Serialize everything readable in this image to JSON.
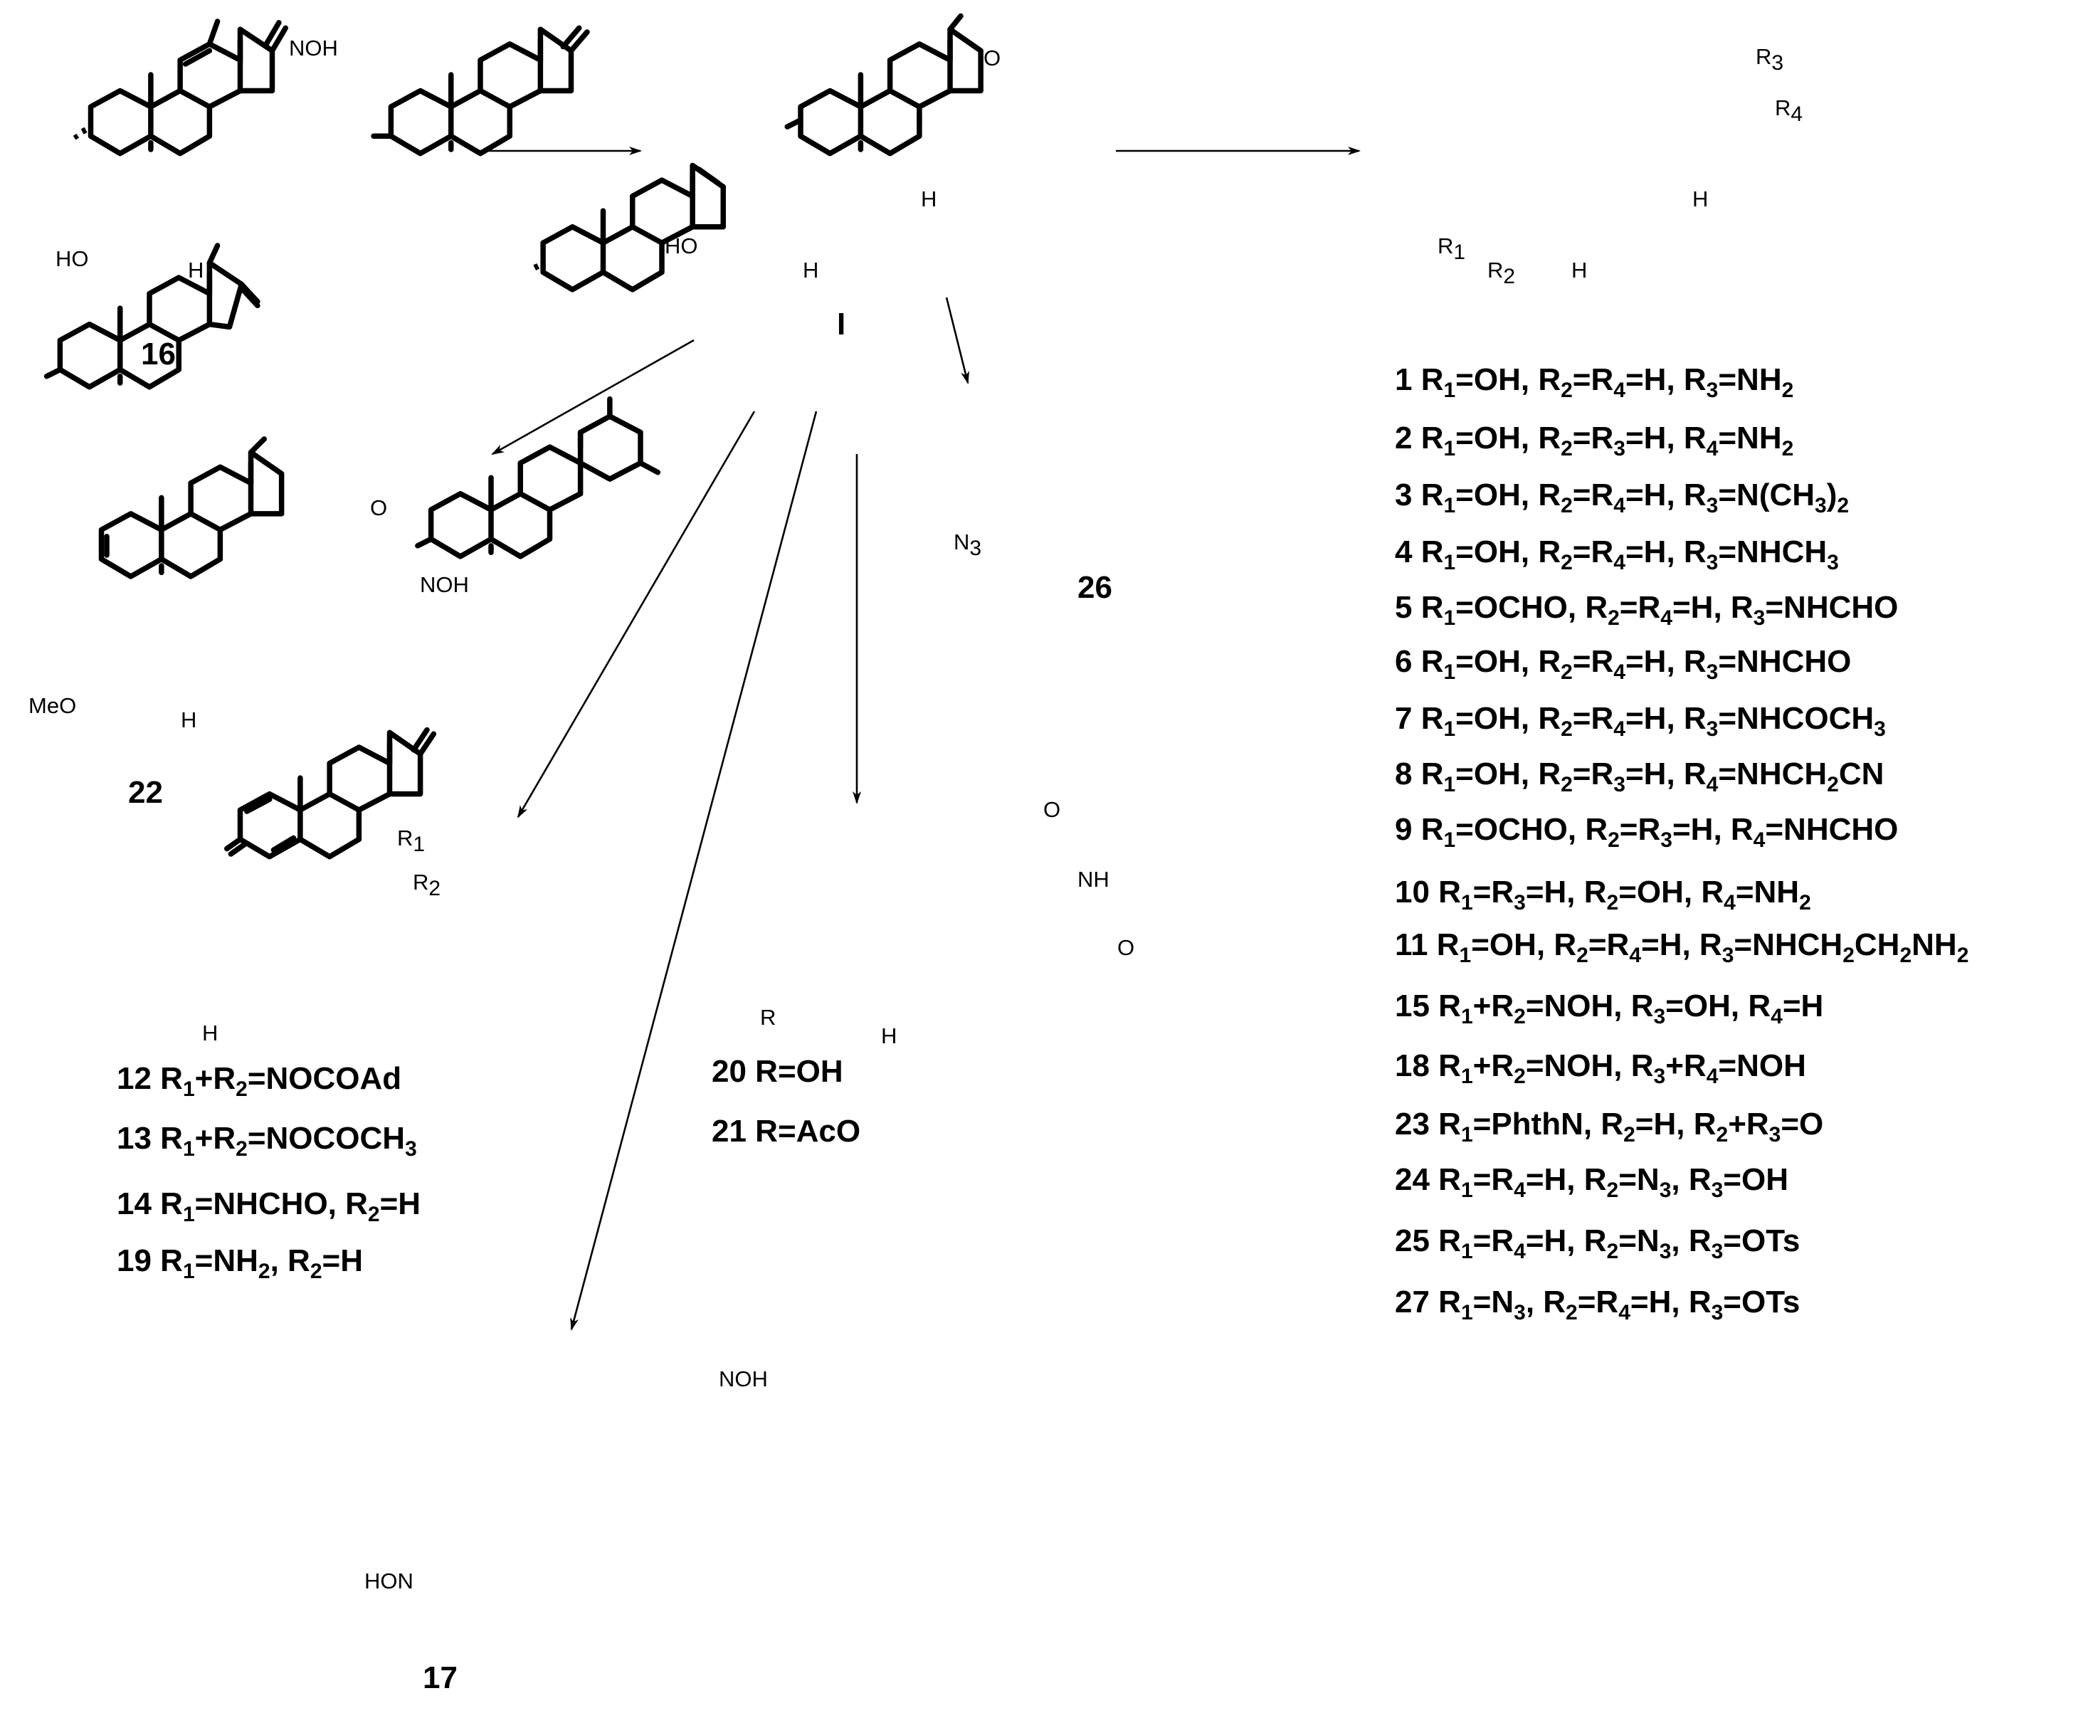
{
  "compounds": {
    "c16": {
      "number": "16",
      "labels": {
        "noh": "NOH",
        "ho": "HO",
        "h": "H"
      }
    },
    "cI": {
      "number": "I",
      "labels": {
        "o": "O",
        "ho": "HO",
        "h14": "H",
        "h5": "H"
      }
    },
    "generic": {
      "labels": {
        "r3": "R",
        "r3s": "3",
        "r4": "R",
        "r4s": "4",
        "r1": "R",
        "r1s": "1",
        "r2": "R",
        "r2s": "2",
        "h14": "H",
        "h5": "H"
      }
    },
    "c22": {
      "number": "22",
      "labels": {
        "o": "O",
        "noh": "NOH",
        "meo": "MeO",
        "h": "H"
      }
    },
    "c26": {
      "number": "26",
      "labels": {
        "n3": "N",
        "n3s": "3"
      }
    },
    "c12": {
      "labels": {
        "r1": "R",
        "r1s": "1",
        "r2": "R",
        "r2s": "2",
        "h": "H"
      }
    },
    "c20": {
      "labels": {
        "o1": "O",
        "nh": "NH",
        "o2": "O",
        "r": "R",
        "h": "H"
      }
    },
    "c17": {
      "number": "17",
      "labels": {
        "noh": "NOH",
        "hon": "HON"
      }
    }
  },
  "right_list": [
    {
      "num": "1",
      "parts": [
        [
          "R",
          "1",
          "=OH, "
        ],
        [
          "R",
          "2",
          "=R"
        ],
        [
          "",
          "4",
          "=H, R"
        ],
        [
          "",
          "3",
          "=NH"
        ],
        [
          "",
          "2",
          ""
        ]
      ]
    },
    {
      "num": "2",
      "parts": [
        [
          "R",
          "1",
          "=OH, "
        ],
        [
          "R",
          "2",
          "=R"
        ],
        [
          "",
          "3",
          "=H, R"
        ],
        [
          "",
          "4",
          "=NH"
        ],
        [
          "",
          "2",
          ""
        ]
      ]
    },
    {
      "num": "3",
      "parts": [
        [
          "R",
          "1",
          "=OH, "
        ],
        [
          "R",
          "2",
          "=R"
        ],
        [
          "",
          "4",
          "=H, R"
        ],
        [
          "",
          "3",
          "=N(CH"
        ],
        [
          "",
          "3",
          ")"
        ],
        [
          "",
          "2",
          ""
        ]
      ]
    },
    {
      "num": "4",
      "parts": [
        [
          "R",
          "1",
          "=OH, "
        ],
        [
          "R",
          "2",
          "=R"
        ],
        [
          "",
          "4",
          "=H, R"
        ],
        [
          "",
          "3",
          "=NHCH"
        ],
        [
          "",
          "3",
          ""
        ]
      ]
    },
    {
      "num": "5",
      "parts": [
        [
          "R",
          "1",
          "=OCHO, "
        ],
        [
          "R",
          "2",
          "=R"
        ],
        [
          "",
          "4",
          "=H, R"
        ],
        [
          "",
          "3",
          "=NHCHO"
        ]
      ]
    },
    {
      "num": "6",
      "parts": [
        [
          "R",
          "1",
          "=OH, "
        ],
        [
          "R",
          "2",
          "=R"
        ],
        [
          "",
          "4",
          "=H, R"
        ],
        [
          "",
          "3",
          "=NHCHO"
        ]
      ]
    },
    {
      "num": "7",
      "parts": [
        [
          "R",
          "1",
          "=OH, "
        ],
        [
          "R",
          "2",
          "=R"
        ],
        [
          "",
          "4",
          "=H, R"
        ],
        [
          "",
          "3",
          "=NHCOCH"
        ],
        [
          "",
          "3",
          ""
        ]
      ]
    },
    {
      "num": "8",
      "parts": [
        [
          "R",
          "1",
          "=OH, "
        ],
        [
          "R",
          "2",
          "=R"
        ],
        [
          "",
          "3",
          "=H, R"
        ],
        [
          "",
          "4",
          "=NHCH"
        ],
        [
          "",
          "2",
          "CN"
        ]
      ]
    },
    {
      "num": "9",
      "parts": [
        [
          "R",
          "1",
          "=OCHO, "
        ],
        [
          "R",
          "2",
          "=R"
        ],
        [
          "",
          "3",
          "=H, R"
        ],
        [
          "",
          "4",
          "=NHCHO"
        ]
      ]
    },
    {
      "num": "10",
      "parts": [
        [
          "R",
          "1",
          "=R"
        ],
        [
          "",
          "3",
          "=H, R"
        ],
        [
          "",
          "2",
          "=OH, R"
        ],
        [
          "",
          "4",
          "=NH"
        ],
        [
          "",
          "2",
          ""
        ]
      ]
    },
    {
      "num": "11",
      "parts": [
        [
          "R",
          "1",
          "=OH, "
        ],
        [
          "R",
          "2",
          "=R"
        ],
        [
          "",
          "4",
          "=H, R"
        ],
        [
          "",
          "3",
          "=NHCH"
        ],
        [
          "",
          "2",
          "CH"
        ],
        [
          "",
          "2",
          "NH"
        ],
        [
          "",
          "2",
          ""
        ]
      ]
    },
    {
      "num": "15",
      "parts": [
        [
          "R",
          "1",
          "+R"
        ],
        [
          "",
          "2",
          "=NOH, R"
        ],
        [
          "",
          "3",
          "=OH, R"
        ],
        [
          "",
          "4",
          "=H"
        ]
      ]
    },
    {
      "num": "18",
      "parts": [
        [
          "R",
          "1",
          "+R"
        ],
        [
          "",
          "2",
          "=NOH, R"
        ],
        [
          "",
          "3",
          "+R"
        ],
        [
          "",
          "4",
          "=NOH"
        ]
      ]
    },
    {
      "num": "23",
      "parts": [
        [
          "R",
          "1",
          "=PhthN, "
        ],
        [
          "R",
          "2",
          "=H, R"
        ],
        [
          "",
          "2",
          "+R"
        ],
        [
          "",
          "3",
          "=O"
        ]
      ]
    },
    {
      "num": "24",
      "parts": [
        [
          "R",
          "1",
          "=R"
        ],
        [
          "",
          "4",
          "=H, R"
        ],
        [
          "",
          "2",
          "=N"
        ],
        [
          "",
          "3",
          ", R"
        ],
        [
          "",
          "3",
          "=OH"
        ]
      ]
    },
    {
      "num": "25",
      "parts": [
        [
          "R",
          "1",
          "=R"
        ],
        [
          "",
          "4",
          "=H, R"
        ],
        [
          "",
          "2",
          "=N"
        ],
        [
          "",
          "3",
          ", R"
        ],
        [
          "",
          "3",
          "=OTs"
        ]
      ]
    },
    {
      "num": "27",
      "parts": [
        [
          "R",
          "1",
          "=N"
        ],
        [
          "",
          "3",
          ", R"
        ],
        [
          "",
          "2",
          "=R"
        ],
        [
          "",
          "4",
          "=H, R"
        ],
        [
          "",
          "3",
          "=OTs"
        ]
      ]
    }
  ],
  "left_list": [
    {
      "num": "12",
      "parts": [
        [
          "R",
          "1",
          "+R"
        ],
        [
          "",
          "2",
          "=NOCOAd"
        ]
      ]
    },
    {
      "num": "13",
      "parts": [
        [
          "R",
          "1",
          "+R"
        ],
        [
          "",
          "2",
          "=NOCOCH"
        ],
        [
          "",
          "3",
          ""
        ]
      ]
    },
    {
      "num": "14",
      "parts": [
        [
          "R",
          "1",
          "=NHCHO, R"
        ],
        [
          "",
          "2",
          "=H"
        ]
      ]
    },
    {
      "num": "19",
      "parts": [
        [
          "R",
          "1",
          "=NH"
        ],
        [
          "",
          "2",
          ", R"
        ],
        [
          "",
          "2",
          "=H"
        ]
      ]
    }
  ],
  "mid_list": [
    {
      "text": "20 R=OH"
    },
    {
      "text": "21 R=AcO"
    }
  ]
}
